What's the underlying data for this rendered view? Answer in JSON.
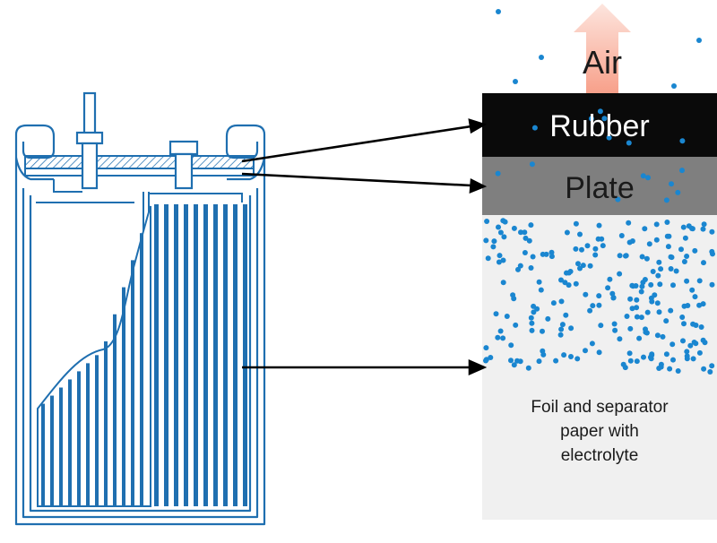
{
  "labels": {
    "air": "Air",
    "rubber": "Rubber",
    "plate": "Plate",
    "foil_line1": "Foil and separator",
    "foil_line2": "paper with",
    "foil_line3": "electrolyte"
  },
  "colors": {
    "capacitor_blue": "#1f6fb0",
    "rubber": "#0a0a0a",
    "plate": "#7f7f7f",
    "foil": "#f0f0f0",
    "molecule": "#1a86d0",
    "air_arrow": "#f7b4a3"
  }
}
